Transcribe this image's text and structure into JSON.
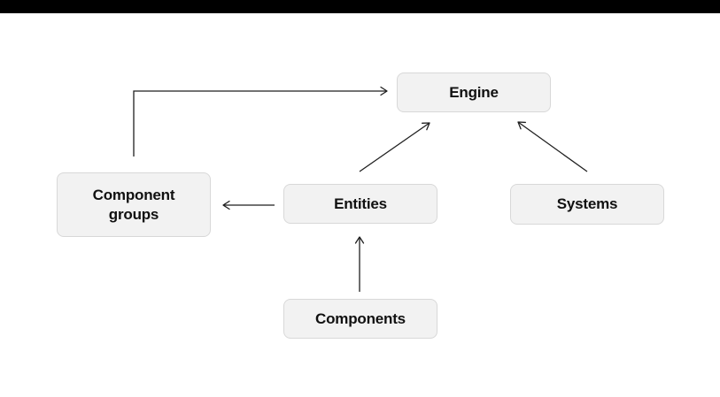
{
  "page": {
    "colors": {
      "background": "#ffffff",
      "letterbox": "#000000"
    }
  },
  "diagram": {
    "colors": {
      "node_fill": "#f2f2f2",
      "node_border": "#d8d8d8",
      "node_text": "#111111",
      "arrow": "#1f1f1f"
    },
    "nodes": {
      "engine": {
        "label": "Engine"
      },
      "component_groups": {
        "label": "Component groups"
      },
      "entities": {
        "label": "Entities"
      },
      "systems": {
        "label": "Systems"
      },
      "components": {
        "label": "Components"
      }
    },
    "edges": [
      {
        "from": "component_groups",
        "to": "engine"
      },
      {
        "from": "entities",
        "to": "engine"
      },
      {
        "from": "systems",
        "to": "engine"
      },
      {
        "from": "entities",
        "to": "component_groups"
      },
      {
        "from": "components",
        "to": "entities"
      }
    ]
  }
}
